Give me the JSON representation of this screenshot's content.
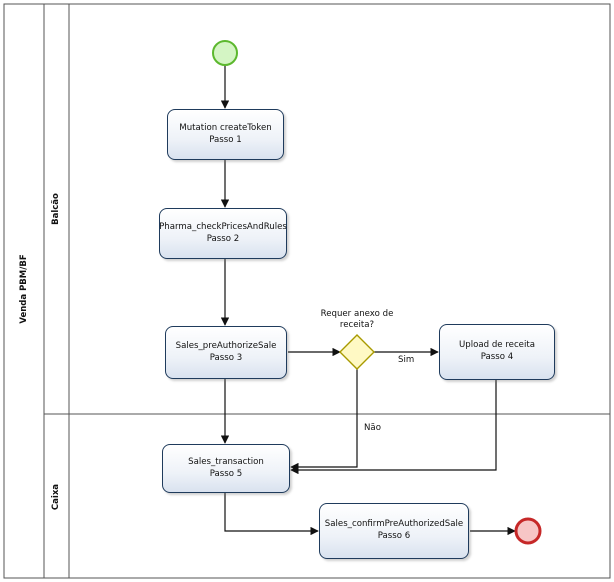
{
  "pool": {
    "title": "Venda PBM/BF"
  },
  "lanes": [
    {
      "name": "Balcão"
    },
    {
      "name": "Caixa"
    }
  ],
  "tasks": [
    {
      "name": "Mutation createToken",
      "step": "Passo 1"
    },
    {
      "name": "Pharma_checkPricesAndRules",
      "step": "Passo 2"
    },
    {
      "name": "Sales_preAuthorizeSale",
      "step": "Passo 3"
    },
    {
      "name": "Upload de receita",
      "step": "Passo 4"
    },
    {
      "name": "Sales_transaction",
      "step": "Passo 5"
    },
    {
      "name": "Sales_confirmPreAuthorizedSale",
      "step": "Passo 6"
    }
  ],
  "gateway": {
    "question_line1": "Requer anexo de",
    "question_line2": "receita?"
  },
  "flow_labels": {
    "yes": "Sim",
    "no": "Não"
  },
  "colors": {
    "start_fill": "#d4f5c4",
    "start_stroke": "#5cb82e",
    "end_fill": "#f7c6c6",
    "end_stroke": "#c62828",
    "gateway_fill": "#fff9c4",
    "gateway_stroke": "#a89a00",
    "task_border": "#1f3b5c",
    "lane_line": "#666666"
  }
}
